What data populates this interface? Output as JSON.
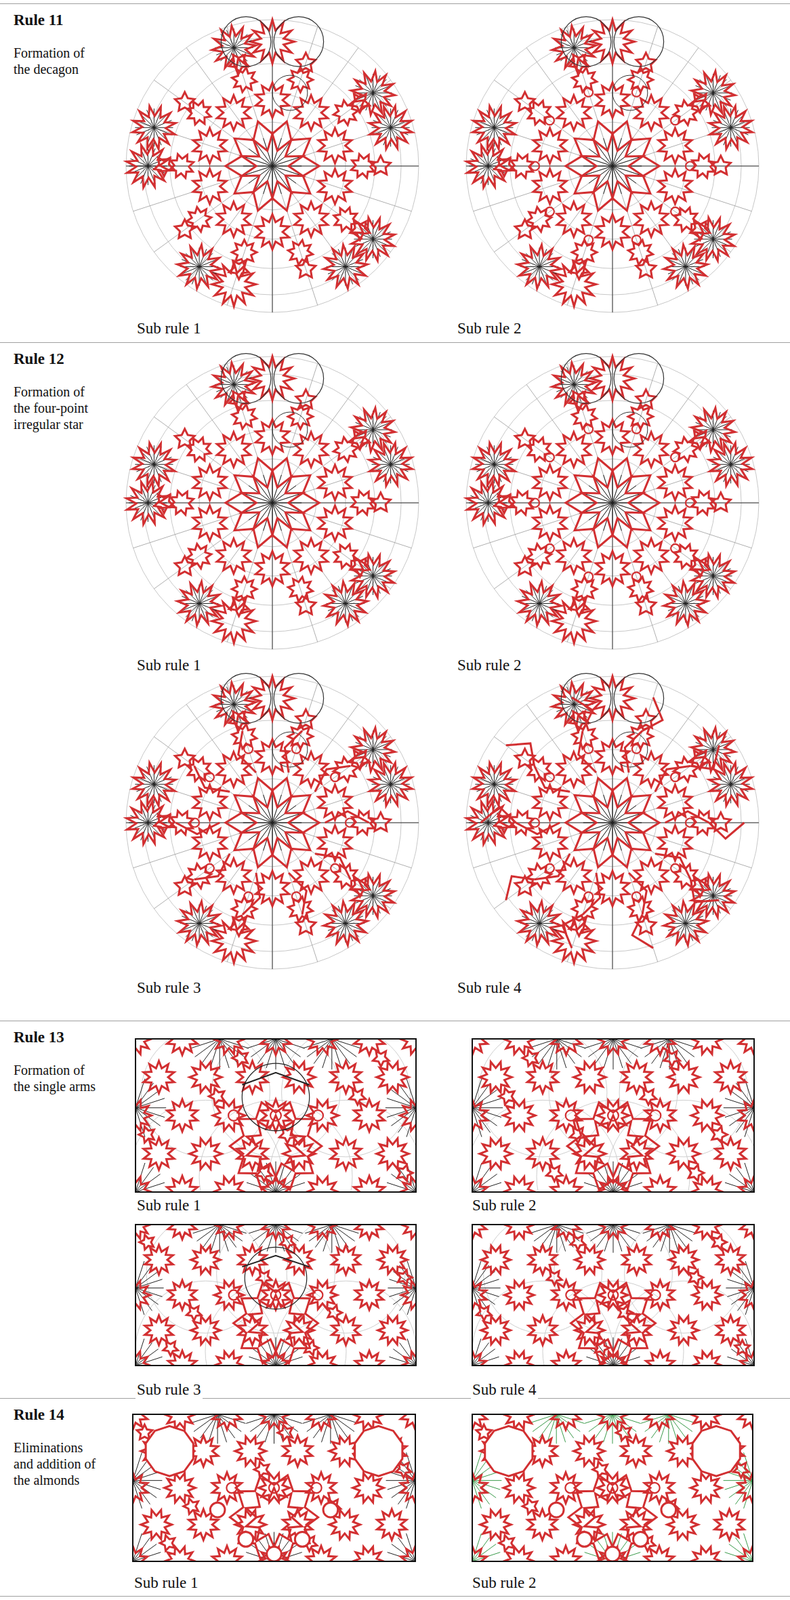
{
  "diagram": {
    "nodes": [
      {
        "text": [
          "Rule 11",
          "Formation of the decagon"
        ]
      },
      {
        "text": [
          "Rule 12",
          "Formation of the four-point irregular star"
        ]
      },
      {
        "text": [
          "Rule 13",
          "Formation of the single arms"
        ]
      },
      {
        "text": [
          "Rule 14",
          "Eliminations and addition of the almonds"
        ]
      }
    ],
    "labels": [
      "Sub rule 1",
      "Sub rule 2",
      "Sub rule 1",
      "Sub rule 2",
      "Sub rule 3",
      "Sub rule 4",
      "Sub rule 1",
      "Sub rule 2",
      "Sub rule 3",
      "Sub rule 4",
      "Sub rule 1",
      "Sub rule 2"
    ]
  }
}
